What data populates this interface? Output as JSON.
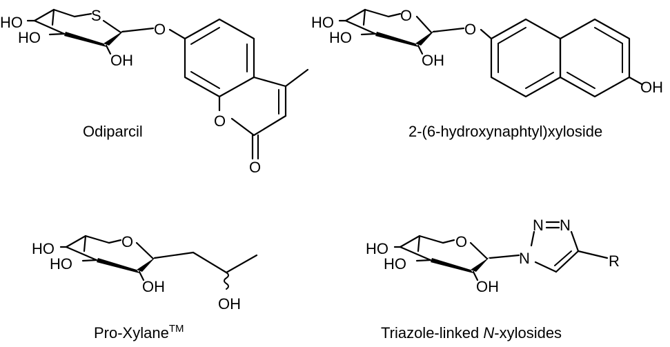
{
  "atoms": {
    "ho": "HO",
    "oh": "OH",
    "o": "O",
    "s": "S",
    "n": "N",
    "r": "R"
  },
  "compounds": [
    {
      "name": "Odiparcil"
    },
    {
      "name": "2-(6-hydroxynaphtyl)xyloside"
    },
    {
      "name": "Pro-Xylane",
      "superscript": "TM"
    },
    {
      "name_prefix": "Triazole-linked ",
      "name_italic": "N",
      "name_suffix": "-xylosides"
    }
  ]
}
